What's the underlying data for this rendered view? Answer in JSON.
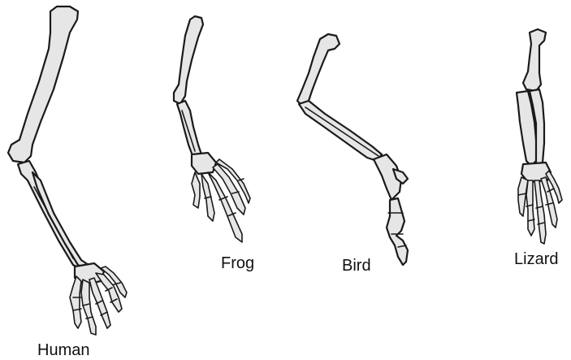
{
  "specimens": [
    {
      "id": "human",
      "label": "Human"
    },
    {
      "id": "frog",
      "label": "Frog"
    },
    {
      "id": "bird",
      "label": "Bird"
    },
    {
      "id": "lizard",
      "label": "Lizard"
    }
  ],
  "colors": {
    "bone_fill": "#e6e6e6",
    "outline": "#1a1a1a",
    "background": "#ffffff"
  }
}
